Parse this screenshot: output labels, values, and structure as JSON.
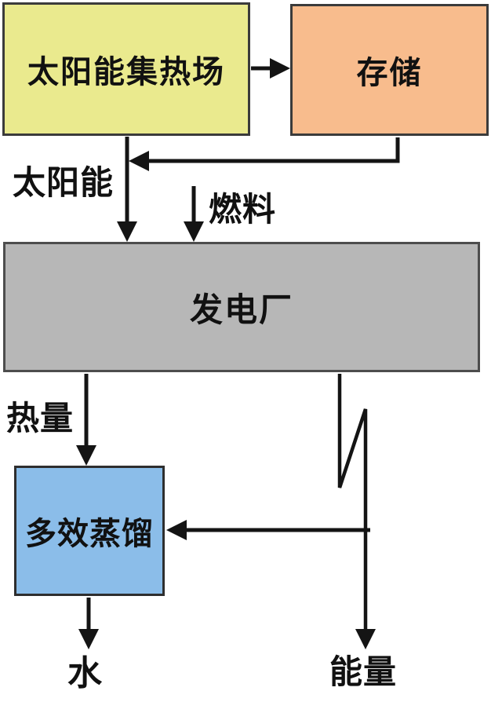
{
  "figure": {
    "background_color": "#ffffff",
    "arrow_color": "#141414",
    "nodes": {
      "solar_field": {
        "label": "太阳能集热场",
        "fill": "#eaea8e",
        "border": "#3b3b3b"
      },
      "storage": {
        "label": "存储",
        "fill": "#f8bc8d",
        "border": "#3b3b3b"
      },
      "power_plant": {
        "label": "发电厂",
        "fill": "#b7b7b7",
        "border": "#4d4d4d"
      },
      "distillation": {
        "label": "多效蒸馏",
        "fill": "#8bbde9",
        "border": "#2e2e2e"
      }
    },
    "edge_labels": {
      "solar_energy": "太阳能",
      "fuel": "燃料",
      "heat": "热量",
      "water": "水",
      "energy": "能量"
    },
    "flows": [
      "solar_field -> storage",
      "storage -> solar_energy line",
      "solar_field -> power_plant (太阳能)",
      "fuel -> power_plant (燃料)",
      "power_plant -> distillation (热量)",
      "power_plant -> distillation (electricity zigzag)",
      "power_plant -> energy out (能量)",
      "distillation -> water out (水)"
    ]
  }
}
